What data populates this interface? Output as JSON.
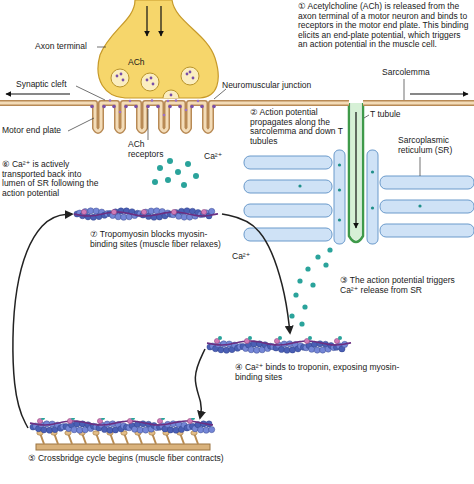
{
  "diagram": {
    "nodes": [
      {
        "text": [
          "⑦ Tropomyosin blocks myosin-binding sites (muscle fiber relaxes)"
        ]
      },
      {
        "text": [
          "④ Ca²⁺ binds to troponin, exposing myosin-binding sites"
        ]
      },
      {
        "text": [
          "⑤ Crossbridge cycle begins (muscle fiber contracts)"
        ]
      }
    ],
    "edges": [
      {
        "from": 0,
        "to": 1,
        "arrow": "to"
      },
      {
        "from": 1,
        "to": 2,
        "arrow": "to"
      },
      {
        "from": 2,
        "to": 0,
        "arrow": "to"
      }
    ],
    "labels": [
      "Axon terminal",
      "Synaptic cleft",
      "ACh",
      "Neuromuscular junction",
      "Sarcolemma",
      "① Acetylcholine (ACh) is released from the axon terminal of a motor neuron and binds to receptors in the motor end plate. This binding elicits an end-plate potential, which triggers an action potential in the muscle cell.",
      "② Action potential propagates along the sarcolemma and down T tubules",
      "T tubule",
      "Sarcoplasmic reticulum (SR)",
      "Motor end plate",
      "ACh receptors",
      "⑥ Ca²⁺ is actively transported back into lumen of SR following the action potential",
      "Ca²⁺",
      "Ca²⁺",
      "③ The action potential triggers Ca²⁺ release from SR"
    ]
  }
}
